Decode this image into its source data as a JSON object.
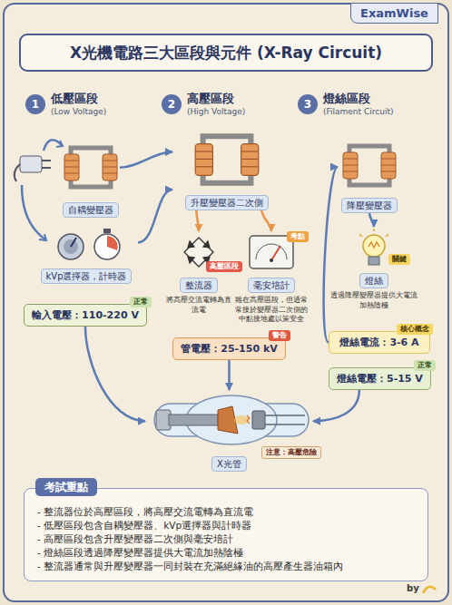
{
  "diagram": {
    "title": "X光機電路三大區段與元件 (X-Ray Circuit)",
    "nodes": [
      {
        "text": [
          "1",
          "低壓區段",
          "(Low Voltage)"
        ]
      },
      {
        "text": [
          "2",
          "高壓區段",
          "(High Voltage)"
        ]
      },
      {
        "text": [
          "3",
          "燈絲區段",
          "(Filament Circuit)"
        ]
      },
      {
        "text": [
          "自耦變壓器"
        ]
      },
      {
        "text": [
          "kVp選擇器，計時器"
        ]
      },
      {
        "text": [
          "輸入電壓：110-220 V"
        ]
      },
      {
        "text": [
          "正常"
        ],
        "in": 5
      },
      {
        "text": [
          "升壓變壓器二次側"
        ]
      },
      {
        "text": [
          "整流器",
          "將高壓交流電轉為直流電"
        ]
      },
      {
        "text": [
          "高壓區段"
        ],
        "in": 8
      },
      {
        "text": [
          "毫安培計",
          "雖在高壓區段，但通常常接於變壓器二次側的中點接地處以策安全"
        ]
      },
      {
        "text": [
          "考點"
        ],
        "in": 10
      },
      {
        "text": [
          "管電壓：25-150 kV"
        ]
      },
      {
        "text": [
          "警告"
        ],
        "in": 12
      },
      {
        "text": [
          "降壓變壓器"
        ]
      },
      {
        "text": [
          "燈絲",
          "透過降壓變壓器提供大電流加熱陰極"
        ]
      },
      {
        "text": [
          "關鍵"
        ],
        "in": 15
      },
      {
        "text": [
          "燈絲電流：3-6 A"
        ]
      },
      {
        "text": [
          "核心概念"
        ],
        "in": 17
      },
      {
        "text": [
          "燈絲電壓：5-15 V"
        ]
      },
      {
        "text": [
          "正常"
        ],
        "in": 19
      },
      {
        "text": [
          "X光管"
        ]
      },
      {
        "text": [
          "注意：高壓危險"
        ],
        "in": 21
      },
      {
        "text": [
          "考試重點",
          "- 整流器位於高壓區段，將高壓交流電轉為直流電",
          "- 低壓區段包含自耦變壓器、kVp選擇器與計時器",
          "- 高壓區段包含升壓變壓器二次側與毫安培計",
          "- 燈絲區段透過降壓變壓器提供大電流加熱陰極",
          "- 整流器通常與升壓變壓器一同封裝在充滿絕緣油的高壓產生器油箱內"
        ]
      }
    ],
    "edges": [
      {
        "from": 3,
        "to": 7,
        "arrow": "to"
      },
      {
        "from": 4,
        "to": 7,
        "arrow": "to"
      },
      {
        "from": 7,
        "to": 8,
        "arrow": "to"
      },
      {
        "from": 7,
        "to": 10,
        "arrow": "to"
      },
      {
        "from": 5,
        "to": 21,
        "arrow": "to"
      },
      {
        "from": 12,
        "to": 21,
        "arrow": "to"
      },
      {
        "from": 14,
        "to": 15,
        "arrow": "to"
      },
      {
        "from": 19,
        "to": 21,
        "arrow": "to"
      },
      {
        "from": 17,
        "to": 14,
        "arrow": "to"
      }
    ],
    "labels": [
      "ExamWise",
      "by"
    ]
  }
}
